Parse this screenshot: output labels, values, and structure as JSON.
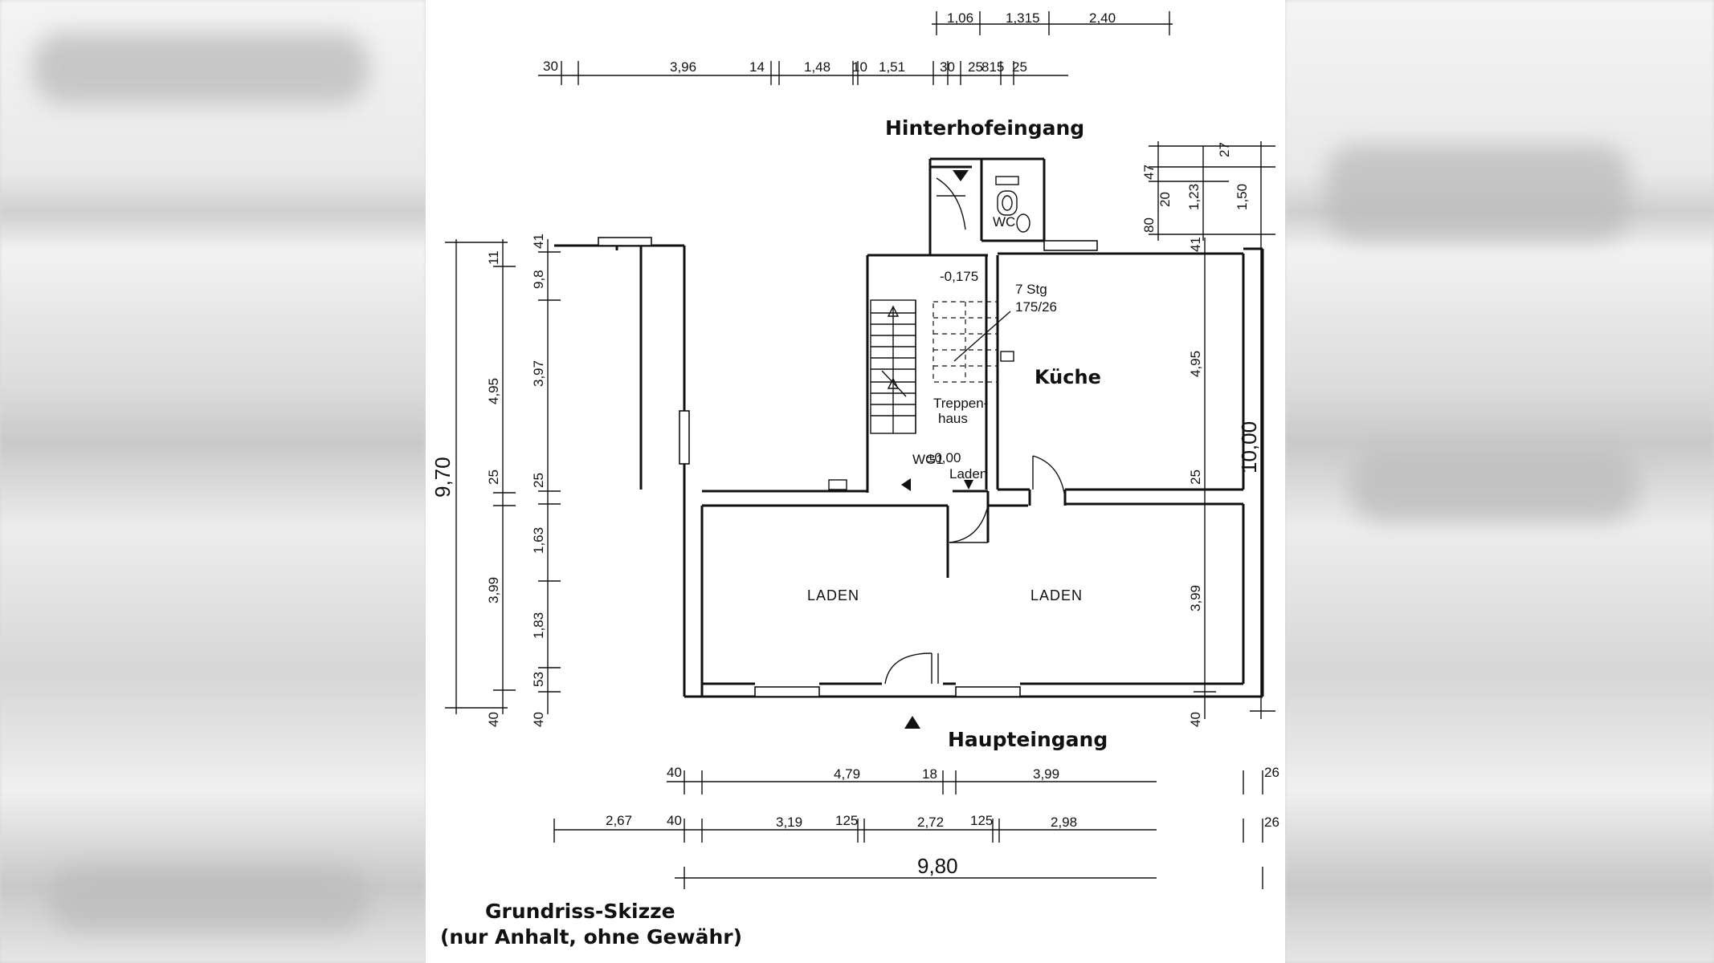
{
  "labels": {
    "rear_entrance": "Hinterhofeingang",
    "main_entrance": "Haupteingang",
    "kitchen": "Küche",
    "shop_left": "LADEN",
    "shop_right": "LADEN",
    "stairwell_1": "Treppen-",
    "stairwell_2": "haus",
    "wc": "WC",
    "wg1": "WG1",
    "level_zero": "±0,00",
    "level_shop": "Laden",
    "level_minus": "-0,175",
    "stairs_count": "7 Stg",
    "stairs_ratio": "175/26",
    "caption_1": "Grundriss-Skizze",
    "caption_2": "(nur Anhalt, ohne Gewähr)"
  },
  "dimensions": {
    "top_row_1": [
      "1,06",
      "1,315",
      "2,40"
    ],
    "top_row_2": [
      "30",
      "3,96",
      "14",
      "1,48",
      "10",
      "1,51",
      "30",
      "25",
      "815",
      "25"
    ],
    "left_outer": [
      "11",
      "4,95",
      "25",
      "3,99",
      "40"
    ],
    "left_inner": [
      "41",
      "9,8",
      "3,97",
      "25",
      "1,63",
      "1,83",
      "53",
      "40"
    ],
    "left_total": "9,70",
    "right_small": [
      "27",
      "47",
      "1,23",
      "20",
      "80",
      "1,50"
    ],
    "right_inner": [
      "41",
      "4,95",
      "25",
      "3,99",
      "40"
    ],
    "right_total": "10,00",
    "bottom_row_1": [
      "40",
      "4,79",
      "18",
      "3,99",
      "26"
    ],
    "bottom_row_2": [
      "2,67",
      "40",
      "3,19",
      "125",
      "2,72",
      "125",
      "2,98",
      "26"
    ],
    "bottom_total": "9,80"
  }
}
